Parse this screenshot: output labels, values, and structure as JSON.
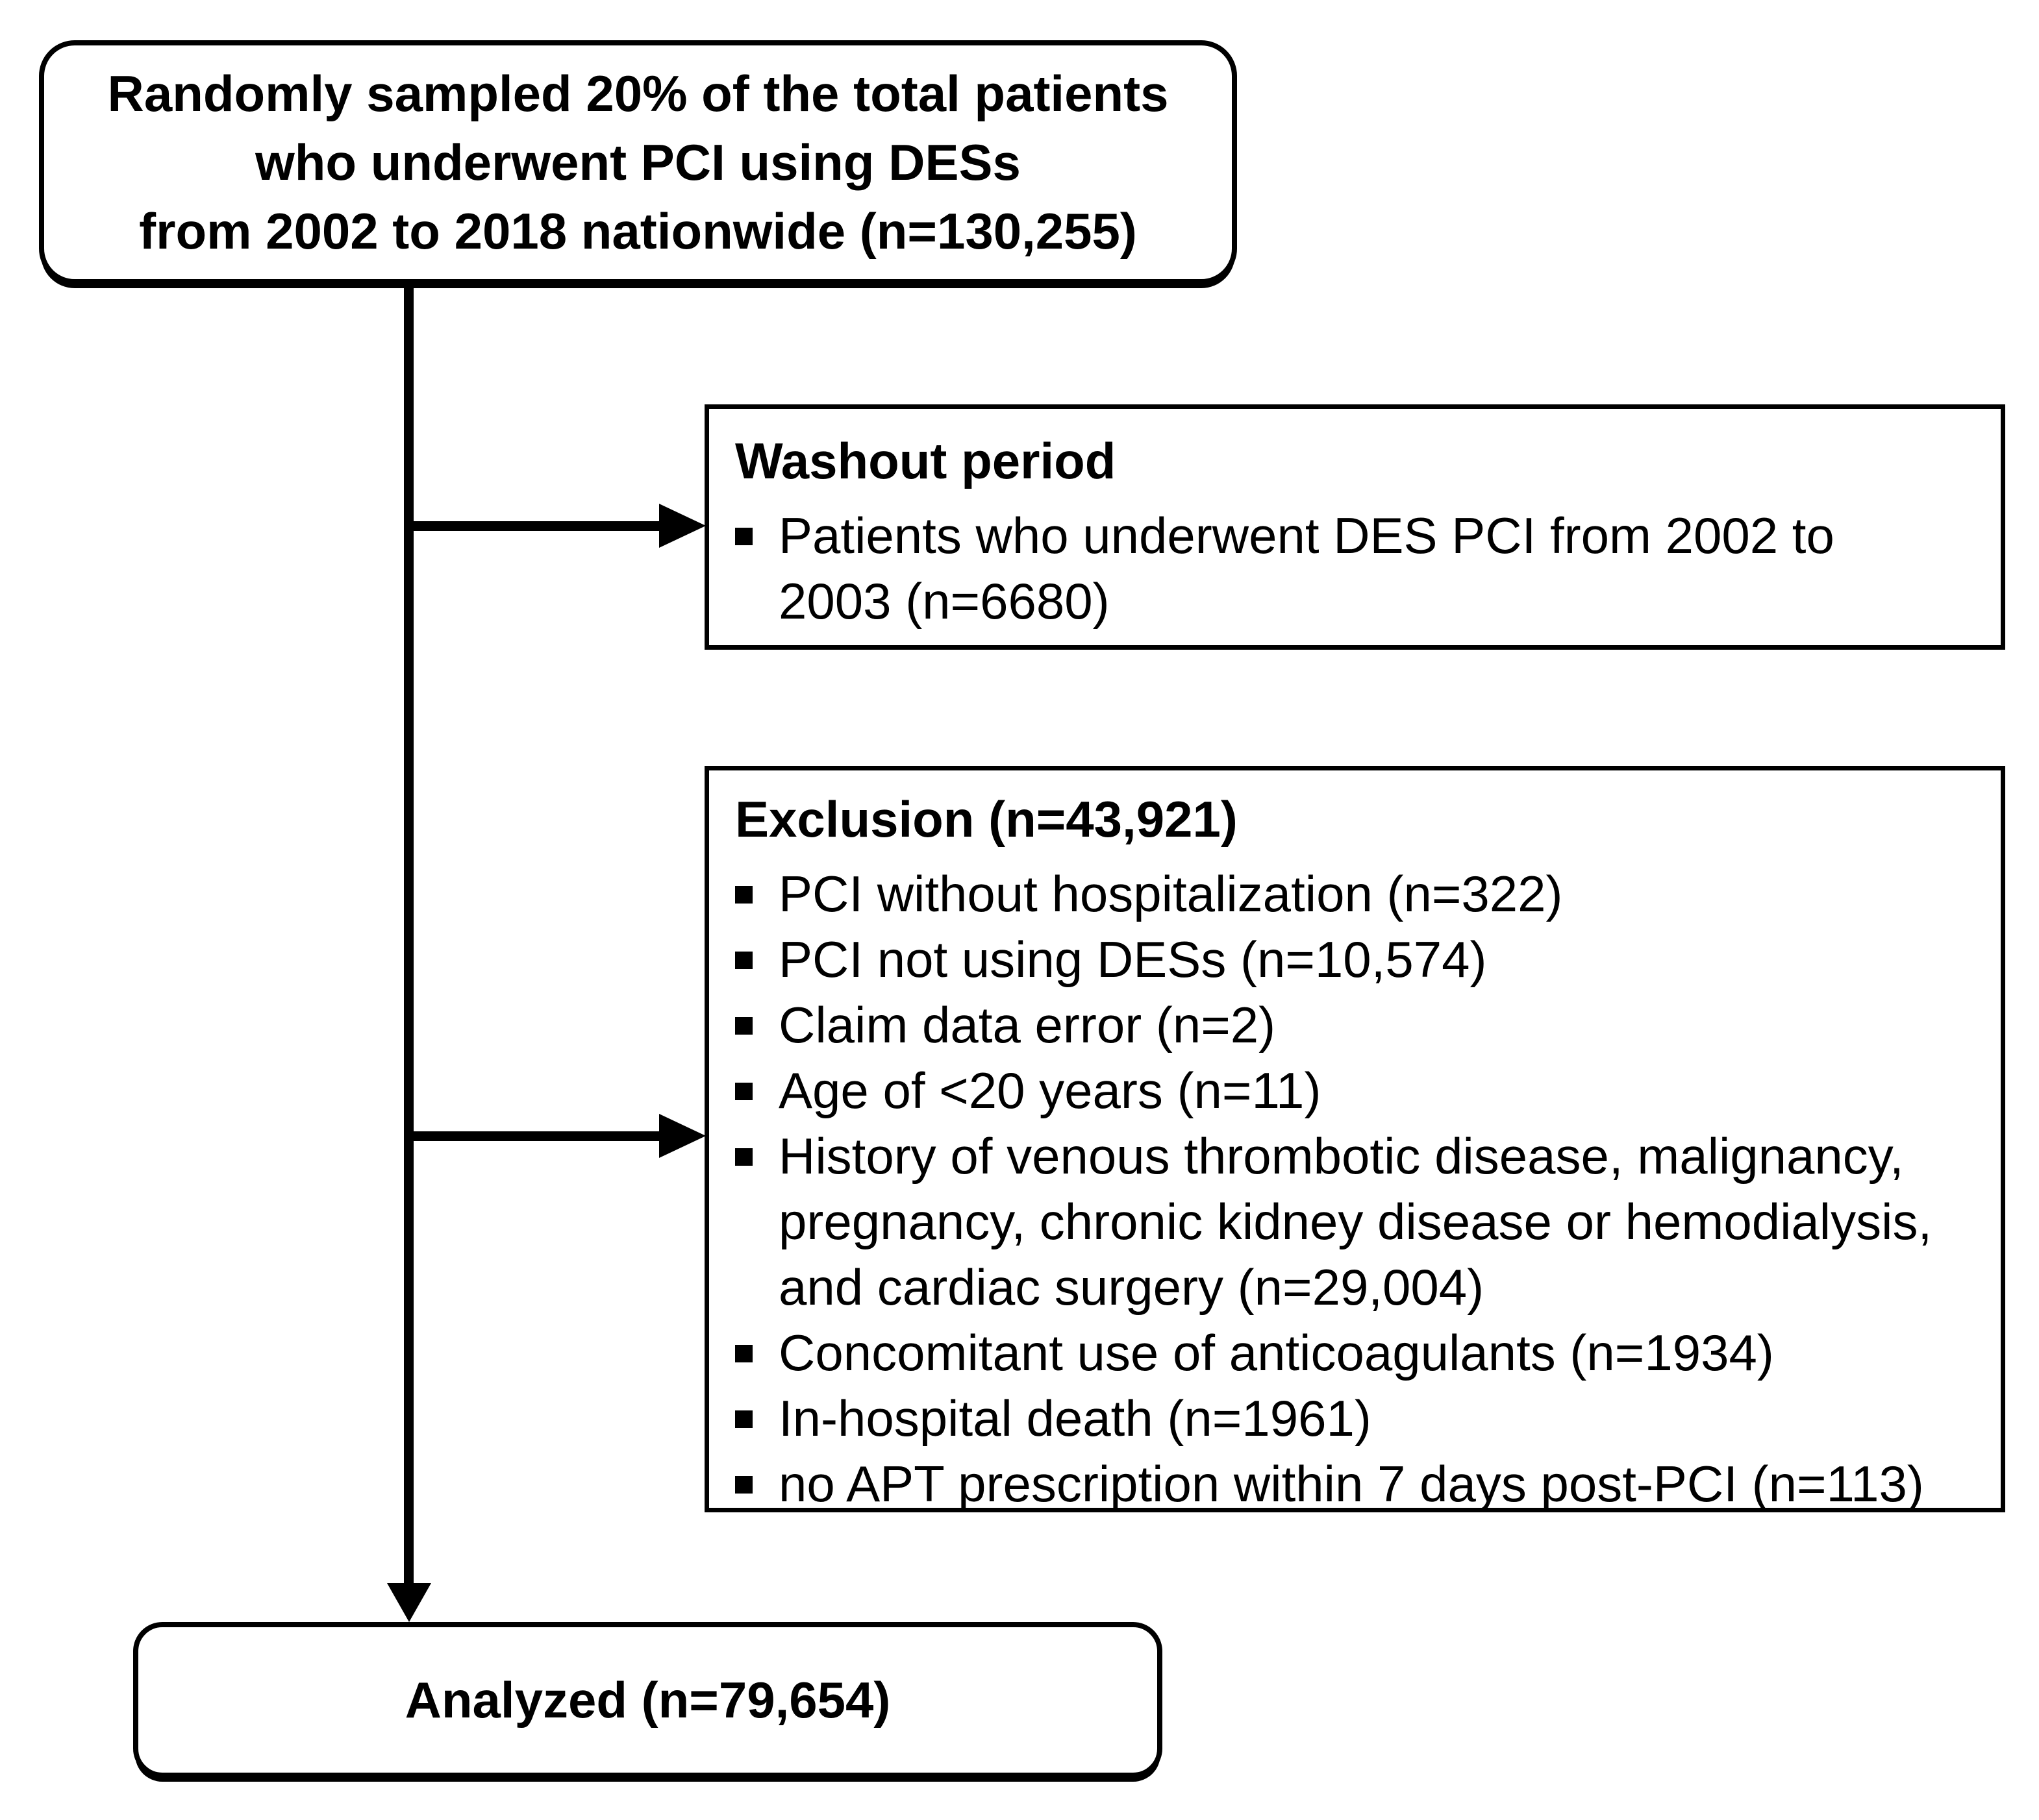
{
  "diagram": {
    "background": "#ffffff",
    "stroke_color": "#000000",
    "type": "patient-flow-chart"
  },
  "top_box": {
    "lines": [
      "Randomly sampled 20% of the total patients",
      "who underwent PCI using DESs",
      "from 2002 to 2018 nationwide (n=130,255)"
    ]
  },
  "washout_box": {
    "title": "Washout period",
    "items": [
      {
        "text": "Patients who underwent DES PCI from 2002 to 2003 (n=6680)"
      }
    ]
  },
  "exclusion_box": {
    "title": "Exclusion (n=43,921)",
    "items": [
      {
        "text": "PCI without hospitalization (n=322)"
      },
      {
        "text": "PCI not using DESs (n=10,574)"
      },
      {
        "text": "Claim data error (n=2)"
      },
      {
        "text": "Age of <20 years (n=11)"
      },
      {
        "text": "History of venous thrombotic disease, malignancy, pregnancy, chronic kidney disease or hemodialysis, and cardiac surgery (n=29,004)"
      },
      {
        "text": "Concomitant use of anticoagulants (n=1934)"
      },
      {
        "text": "In-hospital death (n=1961)"
      },
      {
        "text": "no APT prescription within 7 days post-PCI (n=113)"
      }
    ]
  },
  "analyzed_box": {
    "label": "Analyzed (n=79,654)"
  }
}
